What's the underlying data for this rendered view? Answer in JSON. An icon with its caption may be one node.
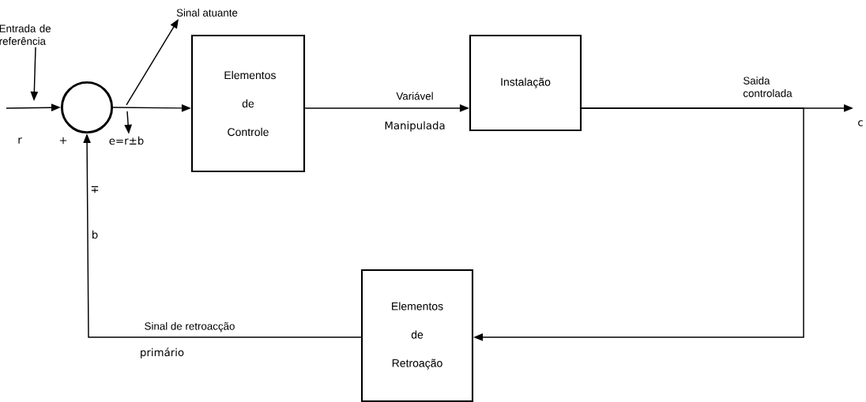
{
  "diagram": {
    "nodes": [
      {
        "text": [],
        "shape": "circle"
      },
      {
        "text": [
          "Elementos de Controle"
        ]
      },
      {
        "text": [
          "Instalação"
        ]
      },
      {
        "text": [
          "Elementos de Retroação"
        ]
      },
      {
        "text": [
          "Entrada de referência"
        ]
      },
      {
        "text": [
          "Sinal atuante"
        ]
      },
      {
        "text": [
          "e=r±b"
        ]
      }
    ],
    "edges": [
      {
        "from": null,
        "to": 0,
        "arrow": "to"
      },
      {
        "from": 0,
        "to": 1,
        "arrow": "to"
      },
      {
        "from": 1,
        "to": 2,
        "arrow": "to",
        "label": "Variável"
      },
      {
        "from": 2,
        "to": null,
        "arrow": "to",
        "label": "Saida controlada"
      },
      {
        "from": 2,
        "to": 3,
        "arrow": "to"
      },
      {
        "from": 3,
        "to": 0,
        "arrow": "to",
        "label": "Sinal de retroacção"
      },
      {
        "from": 4,
        "to": null,
        "arrow": "to"
      },
      {
        "from": null,
        "to": 5,
        "arrow": "to"
      },
      {
        "from": null,
        "to": 6,
        "arrow": "to"
      }
    ],
    "labels": [
      "r",
      "+",
      "∓",
      "b",
      "Manipulada",
      "primário",
      "c"
    ]
  }
}
